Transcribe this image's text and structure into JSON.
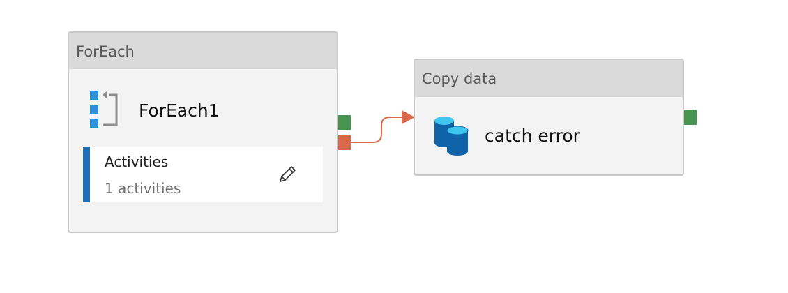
{
  "foreach_activity": {
    "type_label": "ForEach",
    "name": "ForEach1",
    "icon": "foreach-icon",
    "activities_panel": {
      "title": "Activities",
      "count_text": "1 activities",
      "edit_icon": "pencil-icon"
    }
  },
  "copy_activity": {
    "type_label": "Copy data",
    "name": "catch error",
    "icon": "database-copy-icon"
  },
  "colors": {
    "success_port": "#4a9452",
    "failure_port": "#d9694a",
    "connector": "#d9694a",
    "accent": "#1d6fba"
  }
}
